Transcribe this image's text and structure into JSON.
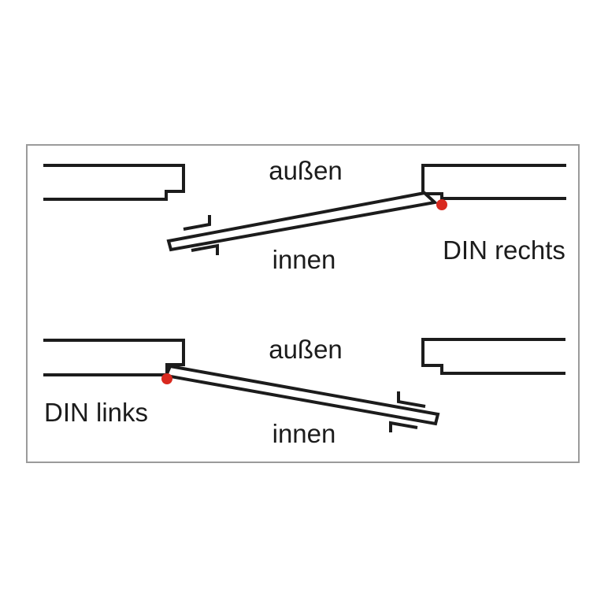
{
  "colors": {
    "line": "#1c1c1c",
    "text": "#1c1c1c",
    "hinge_dot": "#d9291f",
    "border": "#9b9b9b",
    "background": "#ffffff"
  },
  "diagram": {
    "panels": [
      {
        "id": "top",
        "outside_label": "außen",
        "inside_label": "innen",
        "handing_label": "DIN rechts",
        "hinge_side": "right"
      },
      {
        "id": "bottom",
        "outside_label": "außen",
        "inside_label": "innen",
        "handing_label": "DIN links",
        "hinge_side": "left"
      }
    ]
  }
}
